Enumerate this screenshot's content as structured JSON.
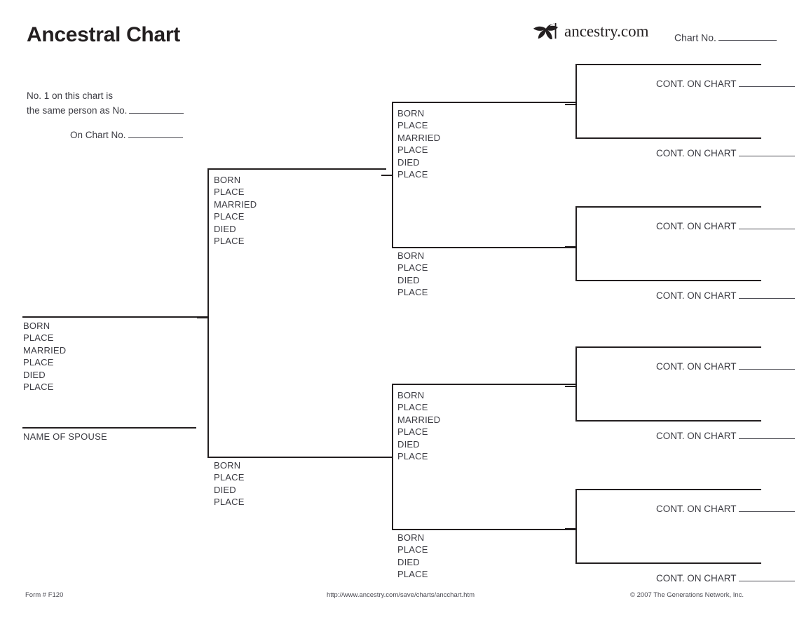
{
  "header": {
    "title": "Ancestral Chart",
    "brand_name": "ancestry.com",
    "brand_icon": "ancestry-leaf-icon",
    "chart_no_label": "Chart No."
  },
  "xref": {
    "line1": "No. 1 on this chart is",
    "line2": "the same person as No.",
    "line3": "On Chart No."
  },
  "blocks": {
    "person1": {
      "name_of_spouse_label": "NAME OF SPOUSE",
      "fields": [
        "BORN",
        "PLACE",
        "MARRIED",
        "PLACE",
        "DIED",
        "PLACE"
      ]
    },
    "gen2_father": {
      "fields": [
        "BORN",
        "PLACE",
        "MARRIED",
        "PLACE",
        "DIED",
        "PLACE"
      ]
    },
    "gen2_mother": {
      "fields": [
        "BORN",
        "PLACE",
        "DIED",
        "PLACE"
      ]
    },
    "gen3_1": {
      "fields": [
        "BORN",
        "PLACE",
        "MARRIED",
        "PLACE",
        "DIED",
        "PLACE"
      ]
    },
    "gen3_2": {
      "fields": [
        "BORN",
        "PLACE",
        "DIED",
        "PLACE"
      ]
    },
    "gen3_3": {
      "fields": [
        "BORN",
        "PLACE",
        "MARRIED",
        "PLACE",
        "DIED",
        "PLACE"
      ]
    },
    "gen3_4": {
      "fields": [
        "BORN",
        "PLACE",
        "DIED",
        "PLACE"
      ]
    }
  },
  "cont_on_chart": {
    "label": "CONT. ON CHART",
    "items": [
      {
        "label": "CONT. ON CHART"
      },
      {
        "label": "CONT. ON CHART"
      },
      {
        "label": "CONT. ON CHART"
      },
      {
        "label": "CONT. ON CHART"
      },
      {
        "label": "CONT. ON CHART"
      },
      {
        "label": "CONT. ON CHART"
      },
      {
        "label": "CONT. ON CHART"
      },
      {
        "label": "CONT. ON CHART"
      }
    ]
  },
  "footer": {
    "form_number": "Form # F120",
    "url": "http://www.ancestry.com/save/charts/ancchart.htm",
    "copyright": "© 2007 The Generations Network, Inc."
  },
  "colors": {
    "ink": "#231f20",
    "text": "#3b3b42",
    "rule": "#2b2b30",
    "background": "#ffffff"
  }
}
